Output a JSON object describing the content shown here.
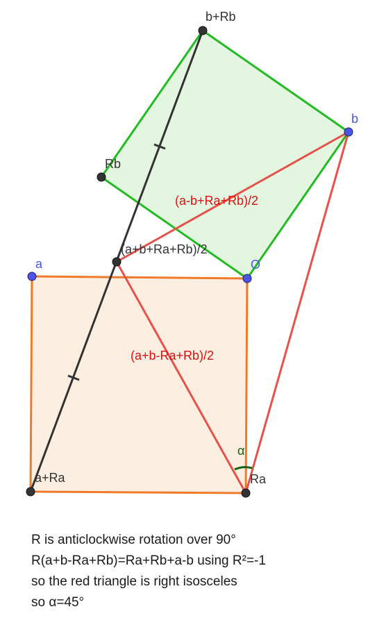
{
  "diagram": {
    "colors": {
      "orange_square_fill": "#fdeee2",
      "orange_square_stroke": "#f07a2a",
      "green_square_fill": "#e3f6df",
      "green_square_stroke": "#22bb22",
      "red_line": "#e8504a",
      "black_line": "#333333",
      "free_point": "#4d55e6",
      "dependent_point": "#333333",
      "red_label": "#dd1111",
      "black_label": "#333333",
      "blue_label": "#4d55e6",
      "angle_mark": "#116611"
    },
    "points": {
      "a": "a",
      "b": "b",
      "o": "O",
      "ra": "Ra",
      "rb": "Rb",
      "a_plus_ra": "a+Ra",
      "b_plus_rb": "b+Rb",
      "midpoint": "(a+b+Ra+Rb)/2"
    },
    "segment_labels": {
      "upper_red": "(a-b+Ra+Rb)/2",
      "lower_red": "(a+b-Ra+Rb)/2"
    },
    "angle_label": "α"
  },
  "caption": {
    "line1": "R is anticlockwise rotation over 90°",
    "line2": "R(a+b-Ra+Rb)=Ra+Rb+a-b using R²=-1",
    "line3": "so the red triangle is right isosceles",
    "line4": "so α=45°"
  }
}
